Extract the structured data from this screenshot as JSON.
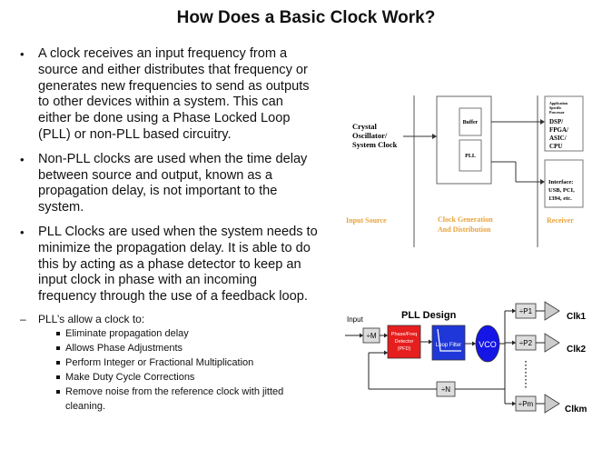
{
  "title": "How Does a Basic Clock Work?",
  "bullets": [
    "A clock receives an input frequency from a source and either distributes that frequency or generates new frequencies to send as outputs to other devices within a system. This can either be done using a Phase Locked Loop (PLL) or non-PLL based circuitry.",
    "Non-PLL clocks are used when the time delay between source and output, known as a propagation delay, is not important to the system.",
    "PLL Clocks are used when the system needs to minimize the propagation delay. It is able to do this by acting as a phase detector to keep an input  clock in phase with an incoming frequency through the use of a feedback loop."
  ],
  "sub_bullet": "PLL’s allow a clock to:",
  "sub_items": [
    "Eliminate propagation delay",
    "Allows Phase Adjustments",
    "Perform Integer or Fractional Multiplication",
    "Make Duty Cycle Corrections",
    "Remove noise from the reference clock with jitted cleaning."
  ],
  "diagram1": {
    "source_label_1": "Crystal",
    "source_label_2": "Oscillator/",
    "source_label_3": "System Clock",
    "buffer_label": "Buffer",
    "pll_label": "PLL",
    "receiver1_line1": "Application",
    "receiver1_line2": "Specific",
    "receiver1_line3": "Processor",
    "receiver1_line4": "DSP/",
    "receiver1_line5": "FPGA/",
    "receiver1_line6": "ASIC/",
    "receiver1_line7": "CPU",
    "receiver2_line1": "Interface:",
    "receiver2_line2": "USB, PCI,",
    "receiver2_line3": "1394, etc.",
    "col_input": "Input Source",
    "col_gen_1": "Clock Generation",
    "col_gen_2": "And Distribution",
    "col_receiver": "Receiver",
    "accent_color": "#e8a33c"
  },
  "diagram2": {
    "input_label": "Input",
    "title": "PLL Design",
    "div_m": "÷M",
    "pfd_1": "Phase/Freq",
    "pfd_2": "Detector",
    "pfd_3": "(PFD)",
    "loop_filter": "Loop Filter",
    "vco": "VCO",
    "div_n": "÷N",
    "div_p1": "÷P1",
    "div_p2": "÷P2",
    "div_pm": "÷Pm",
    "clk1": "Clk1",
    "clk2": "Clk2",
    "clkm": "Clkm",
    "pfd_color": "#e61e1e",
    "filter_color": "#1f37d8",
    "vco_color": "#1515e6"
  }
}
